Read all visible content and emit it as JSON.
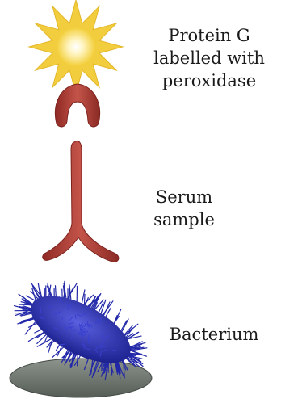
{
  "labels": {
    "protein": [
      "Protein G",
      "labelled with",
      "peroxidase"
    ],
    "serum": [
      "Serum",
      "sample"
    ],
    "bacterium": [
      "Bacterium"
    ]
  },
  "colors": {
    "peroxidase_star": "#f5d545",
    "peroxidase_glow": "#fffbe0",
    "protein_g": "#b8413a",
    "antibody": "#b8453c",
    "bacterium": "#2a2fb8",
    "bacterium_cilia": "#1a1f9a",
    "surface": "#6f776f"
  }
}
